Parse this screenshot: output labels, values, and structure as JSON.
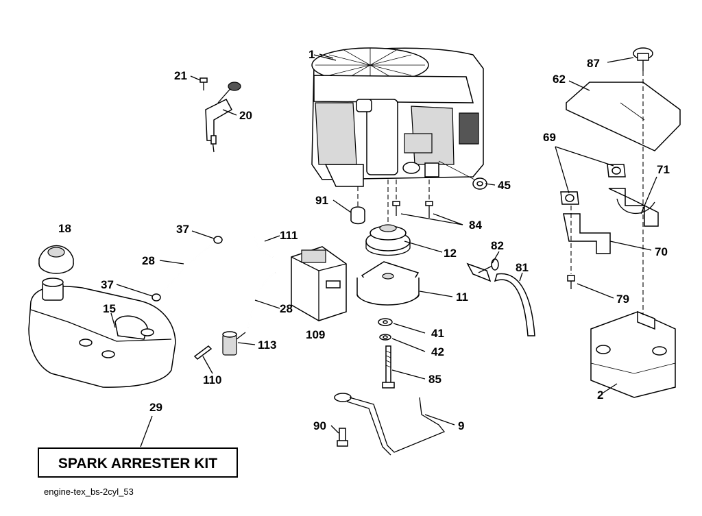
{
  "diagram": {
    "labels": {
      "p1": "1",
      "p21": "21",
      "p20": "20",
      "p87": "87",
      "p62": "62",
      "p45": "45",
      "p69": "69",
      "p71": "71",
      "p91": "91",
      "p84": "84",
      "p18": "18",
      "p37a": "37",
      "p111": "111",
      "p28a": "28",
      "p12": "12",
      "p82": "82",
      "p70": "70",
      "p81": "81",
      "p37b": "37",
      "p15": "15",
      "p11": "11",
      "p79": "79",
      "p28b": "28",
      "p109": "109",
      "p41": "41",
      "p113": "113",
      "p42": "42",
      "p110": "110",
      "p85": "85",
      "p2": "2",
      "p29": "29",
      "p90": "90",
      "p9": "9"
    },
    "kit_box": "SPARK ARRESTER KIT",
    "caption": "engine-tex_bs-2cyl_53"
  }
}
